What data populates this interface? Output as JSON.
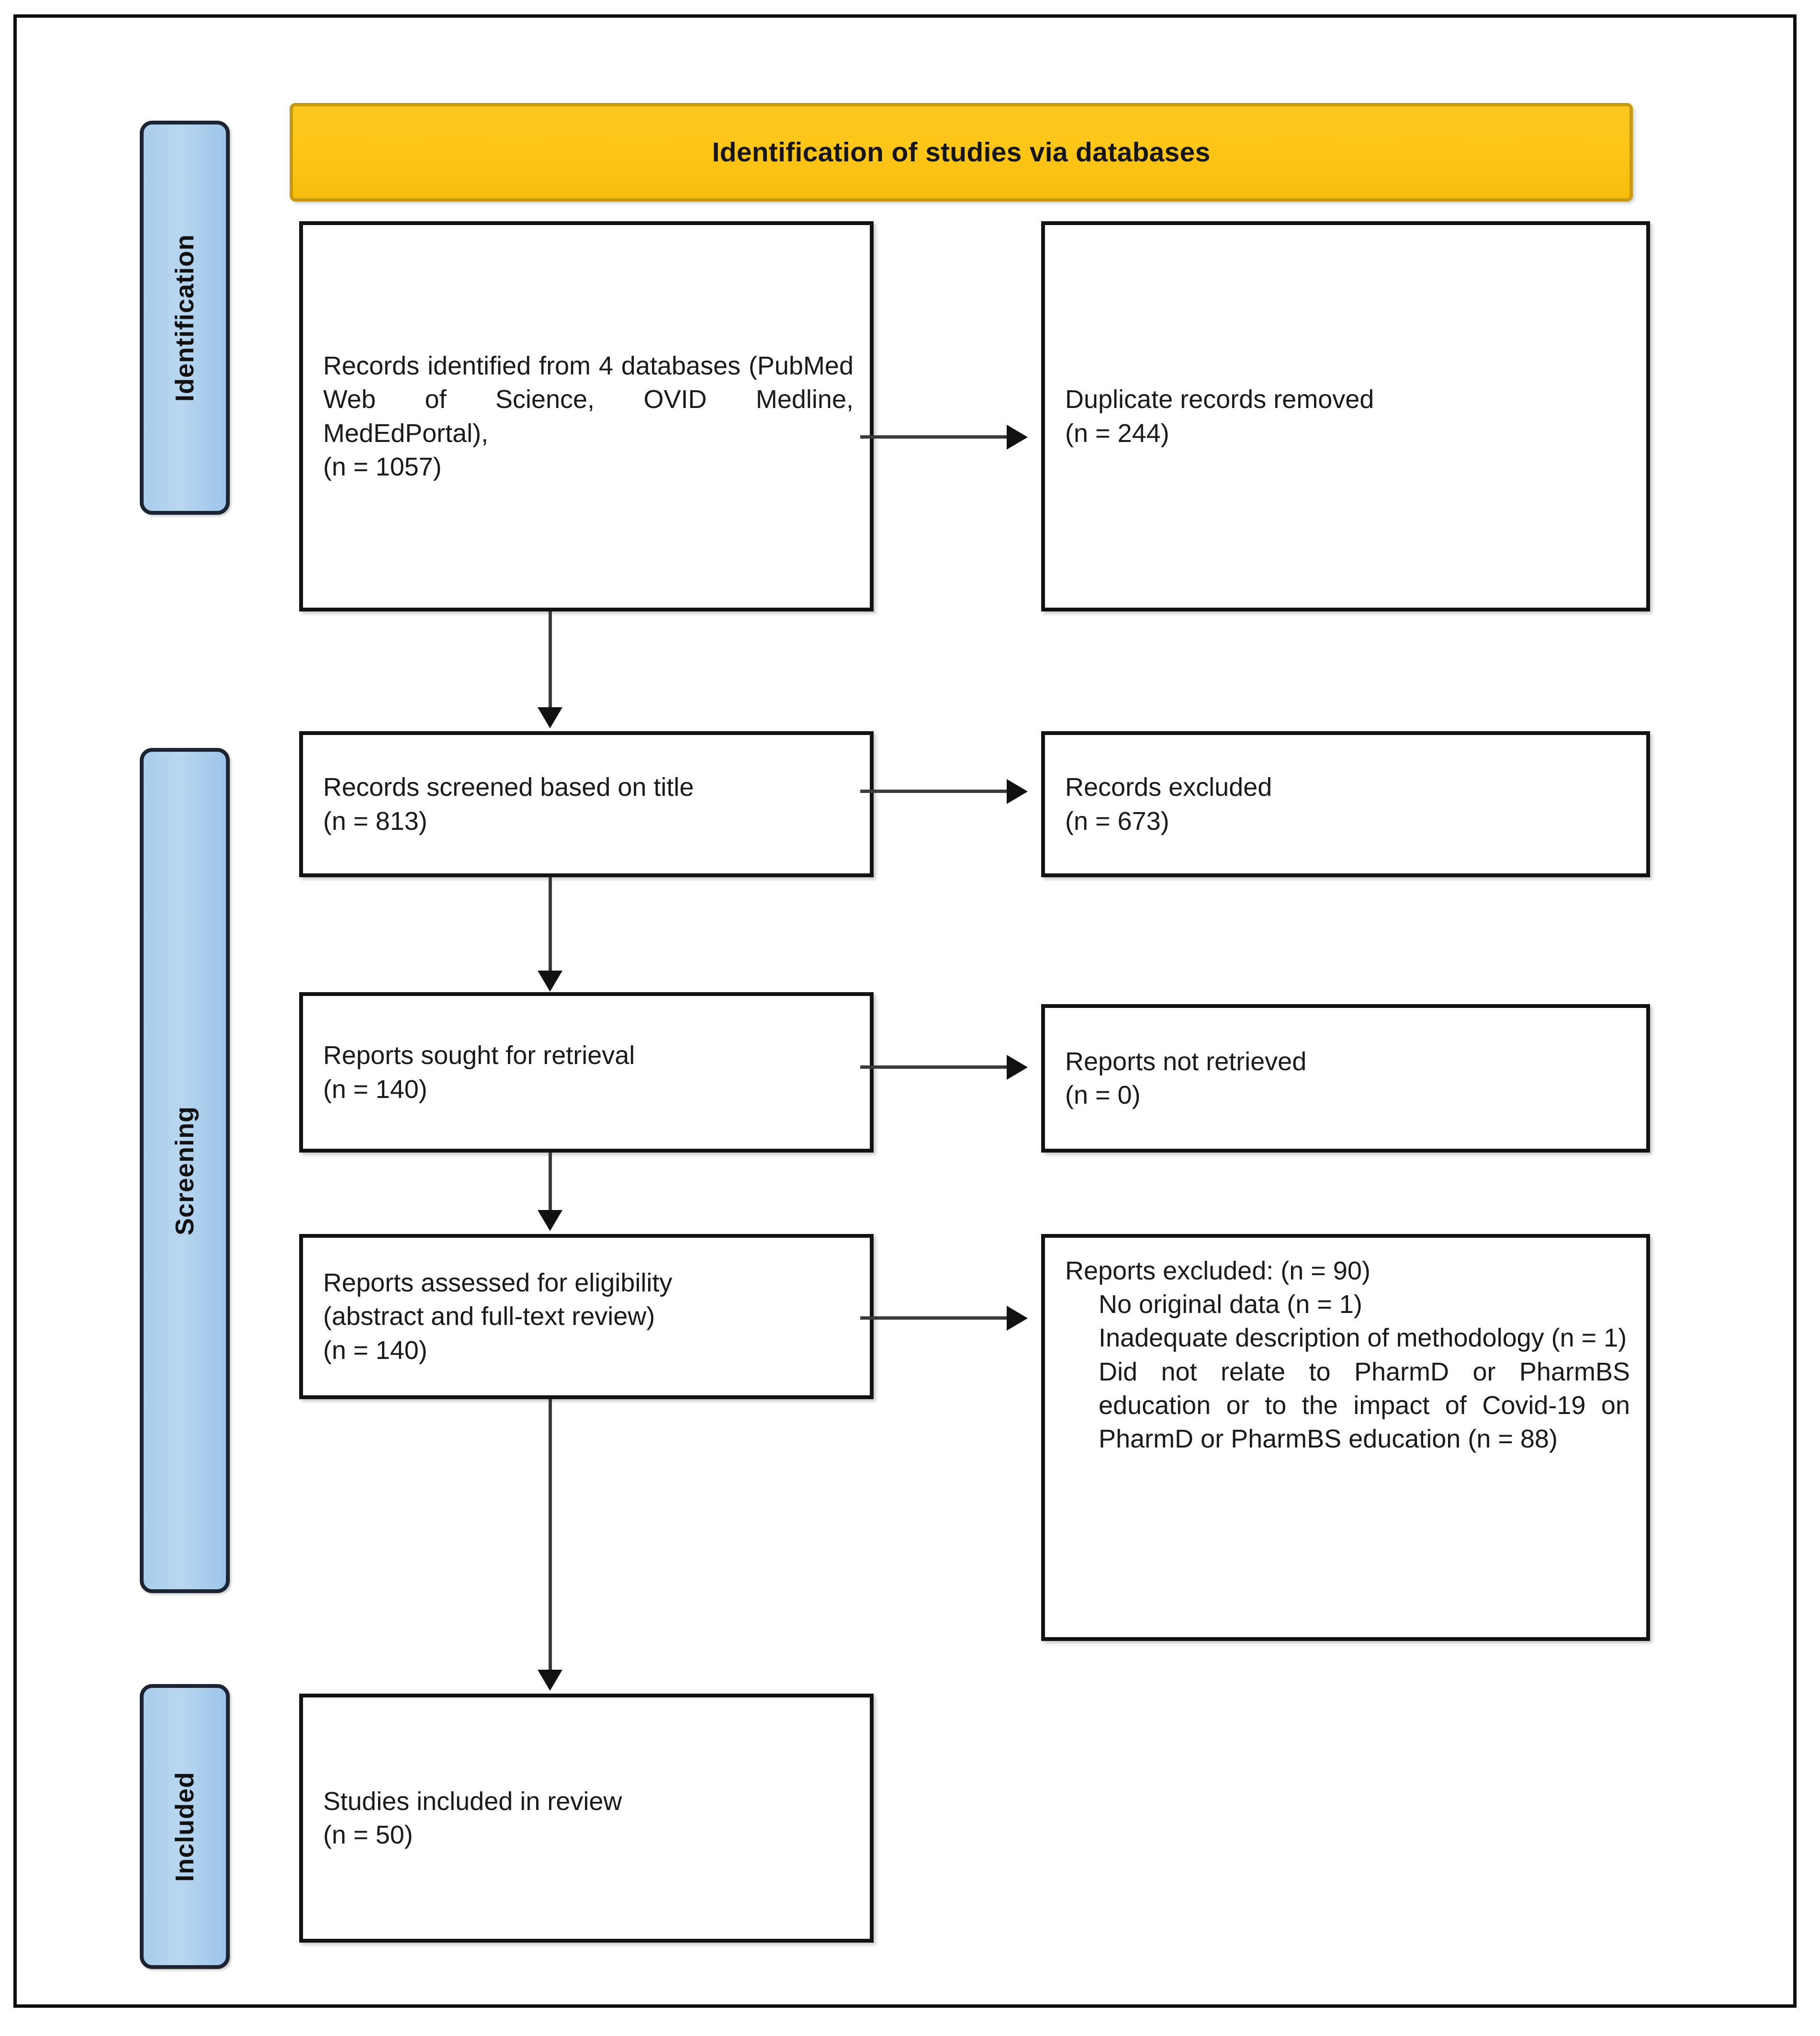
{
  "diagram": {
    "title": "PRISMA flow diagram",
    "header": {
      "label": "Identification of studies via databases"
    },
    "colors": {
      "header_fill": "#fcc81f",
      "header_border": "#c79a16",
      "stage_fill": "#a9cdeb",
      "stage_border": "#1b2430",
      "box_border": "#121212",
      "connector": "#3a3a3a"
    },
    "stages": [
      {
        "id": "identification",
        "label": "Identification"
      },
      {
        "id": "screening",
        "label": "Screening"
      },
      {
        "id": "included",
        "label": "Included"
      }
    ],
    "boxes": {
      "records_identified": {
        "line1": "Records identified from 4 databases (PubMed Web of Science, OVID Medline, MedEdPortal),",
        "line2": "(n = 1057)"
      },
      "duplicates_removed": {
        "line1": "Duplicate records removed",
        "line2": "(n = 244)"
      },
      "records_screened": {
        "line1": "Records screened based on title",
        "line2": "(n = 813)"
      },
      "records_excluded": {
        "line1": "Records excluded",
        "line2": "(n = 673)"
      },
      "reports_sought": {
        "line1": "Reports sought for retrieval",
        "line2": "(n = 140)"
      },
      "reports_not_retrieved": {
        "line1": "Reports not retrieved",
        "line2": "(n = 0)"
      },
      "reports_assessed": {
        "line1": "Reports assessed for eligibility",
        "line2": "(abstract and full-text review)",
        "line3": "(n = 140)"
      },
      "reports_excluded": {
        "heading": "Reports excluded: (n = 90)",
        "reason1": "No original data (n = 1)",
        "reason2": "Inadequate description of methodology (n = 1)",
        "reason3": "Did not relate to PharmD or PharmBS education or to the impact of Covid-19 on PharmD or PharmBS education (n = 88)"
      },
      "studies_included": {
        "line1": "Studies included in review",
        "line2": "(n = 50)"
      }
    }
  }
}
